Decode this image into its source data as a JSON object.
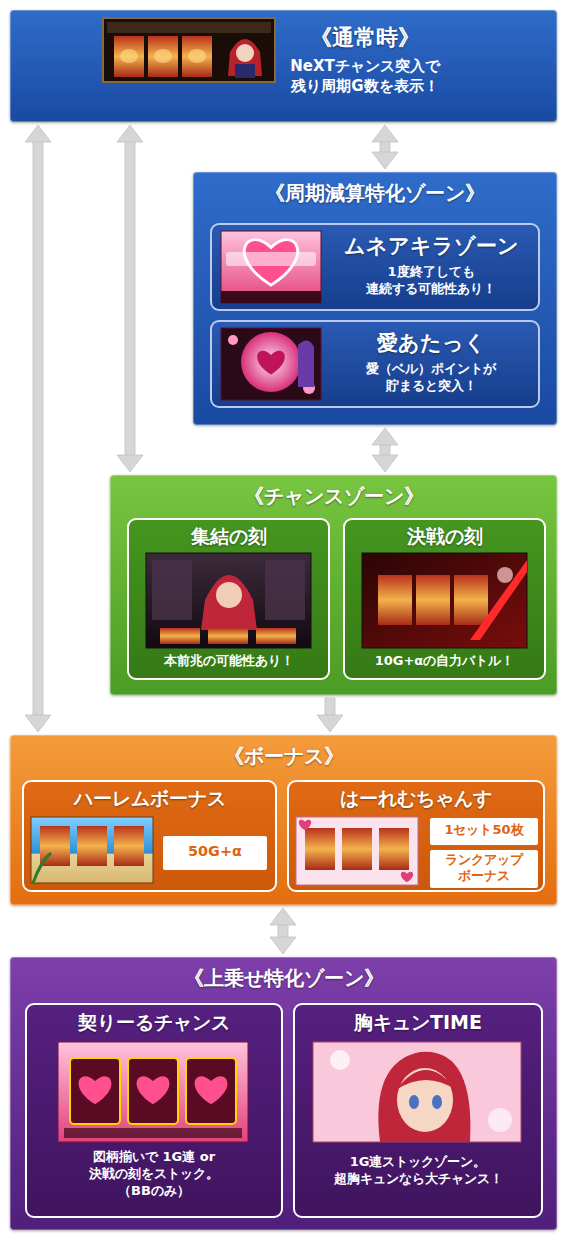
{
  "diagram": {
    "nodes": [
      {
        "text": [
          "《通常時》",
          "NeXTチャンス突入で 残り周期G数を表示！"
        ]
      },
      {
        "text": [
          "《周期減算特化ゾーン》"
        ]
      },
      {
        "text": [
          "ムネアキラゾーン",
          "1度終了しても 連続する可能性あり！"
        ],
        "in": 1
      },
      {
        "text": [
          "愛あたっく",
          "愛（ベル）ポイントが 貯まると突入！"
        ],
        "in": 1
      },
      {
        "text": [
          "《チャンスゾーン》"
        ]
      },
      {
        "text": [
          "集結の刻",
          "本前兆の可能性あり！"
        ],
        "in": 4
      },
      {
        "text": [
          "決戦の刻",
          "10G+αの自力バトル！"
        ],
        "in": 4
      },
      {
        "text": [
          "《ボーナス》"
        ]
      },
      {
        "text": [
          "ハーレムボーナス"
        ],
        "in": 7
      },
      {
        "text": [
          "50G+α"
        ],
        "in": 8
      },
      {
        "text": [
          "はーれむちゃんす"
        ],
        "in": 7
      },
      {
        "text": [
          "1セット50枚"
        ],
        "in": 10
      },
      {
        "text": [
          "ランクアップ ボーナス"
        ],
        "in": 10
      },
      {
        "text": [
          "《上乗せ特化ゾーン》"
        ]
      },
      {
        "text": [
          "契りーるチャンス",
          "図柄揃いで 1G連 or 決戦の刻をストック。 （BBのみ）"
        ],
        "in": 13
      },
      {
        "text": [
          "胸キュンTIME",
          "1G連ストックゾーン。 超胸キュンなら大チャンス！"
        ],
        "in": 13
      }
    ],
    "edges": [
      {
        "from": 0,
        "to": 7,
        "arrow": "both"
      },
      {
        "from": 0,
        "to": 4,
        "arrow": "both"
      },
      {
        "from": 0,
        "to": 1,
        "arrow": "both"
      },
      {
        "from": 1,
        "to": 4,
        "arrow": "both"
      },
      {
        "from": 4,
        "to": 7,
        "arrow": "to"
      },
      {
        "from": 7,
        "to": 13,
        "arrow": "both"
      }
    ]
  }
}
